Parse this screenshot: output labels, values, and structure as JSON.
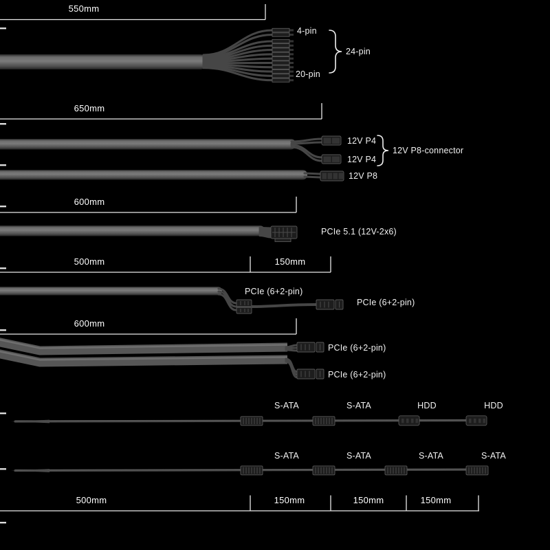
{
  "title": "PSU cable length diagram",
  "colors": {
    "background": "#000000",
    "text": "#f2f2f2",
    "cable": "#5a5a5a",
    "wire": "#464646",
    "connector": "#1d1d1d",
    "measure_line": "#ffffff"
  },
  "sections": {
    "atx": {
      "measure": "550mm",
      "pin4": "4-pin",
      "pin24": "24-pin",
      "pin20": "20-pin"
    },
    "eps": {
      "measure": "650mm",
      "p4_top": "12V P4",
      "p4_bottom": "12V P4",
      "p8_brace": "12V P8-connector",
      "p8": "12V P8"
    },
    "pcie51": {
      "measure": "600mm",
      "label": "PCIe 5.1 (12V-2x6)"
    },
    "daisy": {
      "m500": "500mm",
      "m150": "150mm",
      "c1": "PCIe (6+2-pin)",
      "c2": "PCIe (6+2-pin)"
    },
    "dual": {
      "measure": "600mm",
      "c1": "PCIe (6+2-pin)",
      "c2": "PCIe (6+2-pin)"
    },
    "sata_hdd": {
      "labels": [
        "S-ATA",
        "S-ATA",
        "HDD",
        "HDD"
      ]
    },
    "sata": {
      "labels": [
        "S-ATA",
        "S-ATA",
        "S-ATA",
        "S-ATA"
      ]
    },
    "bottom": {
      "m500": "500mm",
      "m150a": "150mm",
      "m150b": "150mm",
      "m150c": "150mm"
    }
  }
}
